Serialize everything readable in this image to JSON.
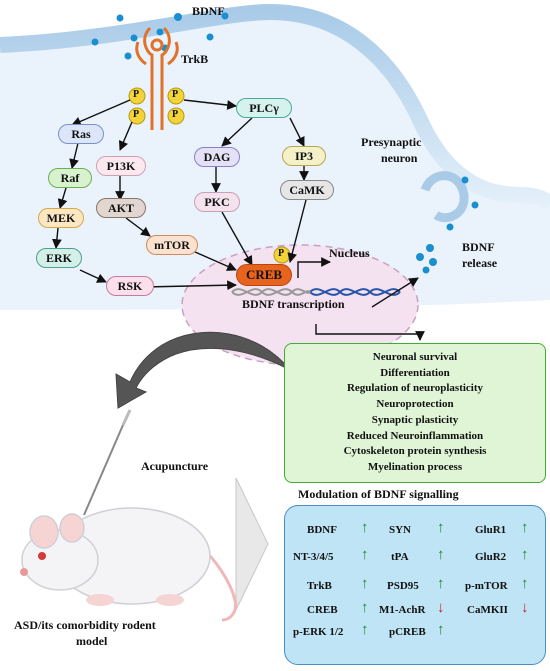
{
  "labels": {
    "bdnf_top": "BDNF",
    "trkb": "TrkB",
    "presynaptic": "Presynaptic",
    "neuron": "neuron",
    "nucleus": "Nucleus",
    "bdnf_release_1": "BDNF",
    "bdnf_release_2": "release",
    "transcription": "BDNF transcription",
    "acupuncture": "Acupuncture",
    "model_line1": "ASD/its comorbidity rodent",
    "model_line2": "model",
    "modulation_title": "Modulation of BDNF signalling",
    "phospho": "P"
  },
  "nodes": {
    "ras": "Ras",
    "raf": "Raf",
    "mek": "MEK",
    "erk": "ERK",
    "rsk": "RSK",
    "p13k": "P13K",
    "akt": "AKT",
    "mtor": "mTOR",
    "plc": "PLCγ",
    "dag": "DAG",
    "pkc": "PKC",
    "ip3": "IP3",
    "camk": "CaMK",
    "creb": "CREB"
  },
  "effects": [
    "Neuronal survival",
    "Differentiation",
    "Regulation of neuroplasticity",
    "Neuroprotection",
    "Synaptic plasticity",
    "Reduced Neuroinflammation",
    "Cytoskeleton protein synthesis",
    "Myelination process"
  ],
  "markers": {
    "c1": [
      {
        "name": "BDNF",
        "dir": "up"
      },
      {
        "name": "NT-3/4/5",
        "dir": "up"
      },
      {
        "name": "TrkB",
        "dir": "up"
      },
      {
        "name": "CREB",
        "dir": "up"
      },
      {
        "name": "p-ERK 1/2",
        "dir": "up"
      }
    ],
    "c2": [
      {
        "name": "SYN",
        "dir": "up"
      },
      {
        "name": "tPA",
        "dir": "up"
      },
      {
        "name": "PSD95",
        "dir": "up"
      },
      {
        "name": "M1-AchR",
        "dir": "down"
      },
      {
        "name": "pCREB",
        "dir": "up"
      }
    ],
    "c3": [
      {
        "name": "GluR1",
        "dir": "up"
      },
      {
        "name": "GluR2",
        "dir": "up"
      },
      {
        "name": "p-mTOR",
        "dir": "up"
      },
      {
        "name": "CaMKII",
        "dir": "down"
      }
    ]
  },
  "colors": {
    "membrane": "#b9d6ee",
    "up": "#1e8a2a",
    "down": "#d42020",
    "creb": "#e8641e",
    "bdnf_dot": "#1a8fd0",
    "receptor": "#e0722a",
    "phospho": "#f3d33a"
  },
  "icons": {
    "up_arrow": "↑",
    "down_arrow": "↓"
  }
}
